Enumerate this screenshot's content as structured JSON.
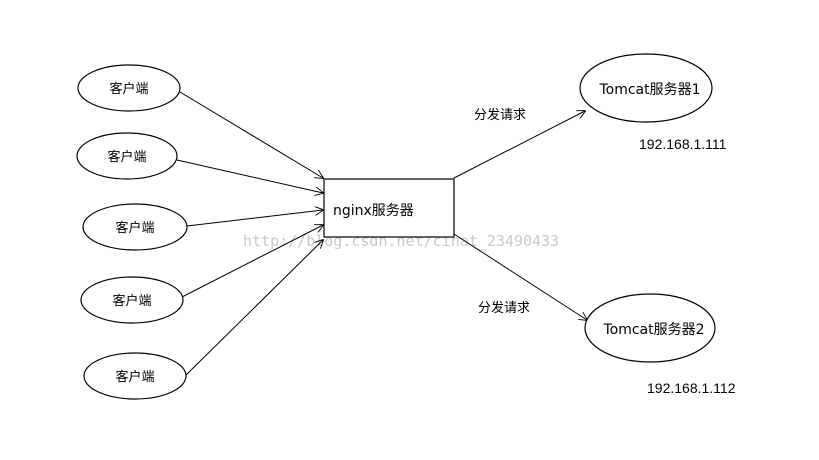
{
  "clients": [
    {
      "label": "客户端"
    },
    {
      "label": "客户端"
    },
    {
      "label": "客户端"
    },
    {
      "label": "客户端"
    },
    {
      "label": "客户端"
    }
  ],
  "proxy": {
    "label": "nginx服务器"
  },
  "servers": [
    {
      "label": "Tomcat服务器1",
      "ip": "192.168.1.111",
      "edge_label": "分发请求"
    },
    {
      "label": "Tomcat服务器2",
      "ip": "192.168.1.112",
      "edge_label": "分发请求"
    }
  ],
  "watermark": "http://blog.csdn.net/cinat_23490433"
}
